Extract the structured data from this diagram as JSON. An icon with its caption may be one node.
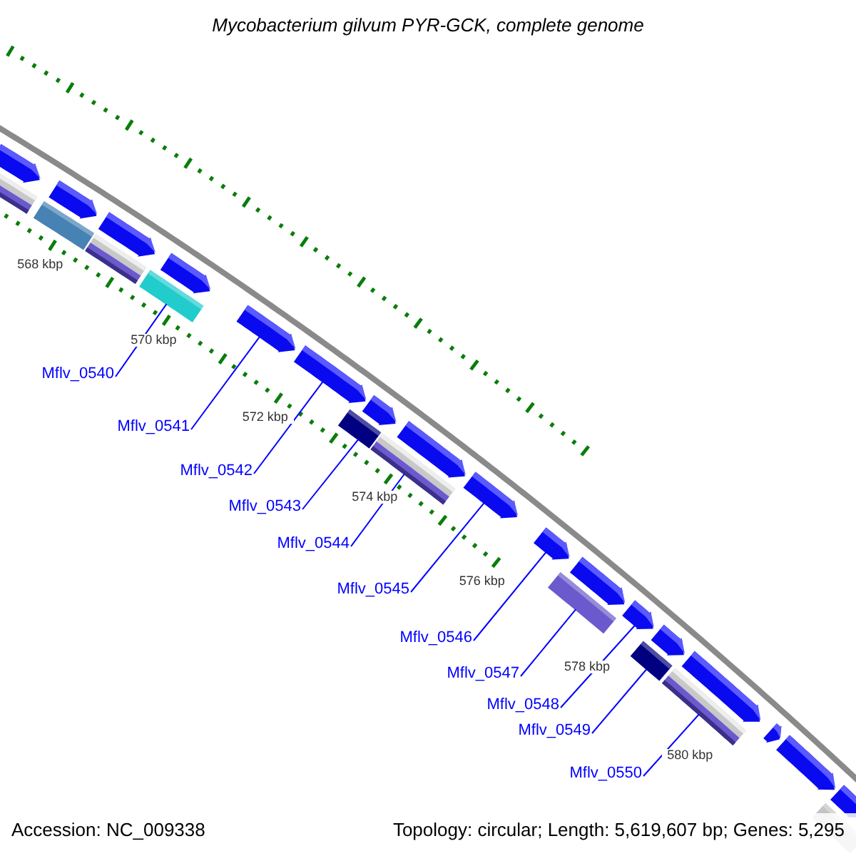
{
  "diagram": {
    "title": "Mycobacterium gilvum PYR-GCK, complete genome",
    "nodes": [
      {
        "text": [
          "Mflv_0540"
        ]
      },
      {
        "text": [
          "Mflv_0541"
        ]
      },
      {
        "text": [
          "Mflv_0542"
        ]
      },
      {
        "text": [
          "Mflv_0543"
        ]
      },
      {
        "text": [
          "Mflv_0544"
        ]
      },
      {
        "text": [
          "Mflv_0545"
        ]
      },
      {
        "text": [
          "Mflv_0546"
        ]
      },
      {
        "text": [
          "Mflv_0547"
        ]
      },
      {
        "text": [
          "Mflv_0548"
        ]
      },
      {
        "text": [
          "Mflv_0549"
        ]
      },
      {
        "text": [
          "Mflv_0550"
        ]
      },
      {
        "text": [],
        "shape": "bar"
      },
      {
        "text": [],
        "shape": "bar"
      },
      {
        "text": [],
        "shape": "bar"
      },
      {
        "text": [],
        "shape": "bar"
      },
      {
        "text": [],
        "shape": "bar"
      },
      {
        "text": [],
        "shape": "bar"
      },
      {
        "text": [],
        "shape": "bar"
      },
      {
        "text": [],
        "shape": "bar"
      },
      {
        "text": [],
        "shape": "bar"
      },
      {
        "text": [],
        "shape": "bar"
      },
      {
        "text": [],
        "shape": "bar"
      },
      {
        "text": [],
        "shape": "bar"
      },
      {
        "text": [],
        "shape": "bar"
      },
      {
        "text": [],
        "shape": "bar"
      },
      {
        "text": [],
        "shape": "bar"
      },
      {
        "text": [],
        "shape": "bar"
      },
      {
        "text": [],
        "shape": "bar"
      },
      {
        "text": [],
        "shape": "bar"
      },
      {
        "text": [],
        "shape": "bar"
      },
      {
        "text": [],
        "shape": "bar"
      },
      {
        "text": [],
        "shape": "bar"
      },
      {
        "text": [],
        "shape": "bar"
      },
      {
        "text": [],
        "shape": "bar"
      },
      {
        "text": [],
        "shape": "bar"
      },
      {
        "text": [],
        "shape": "bar"
      },
      {
        "text": [],
        "shape": "bar"
      },
      {
        "text": [],
        "shape": "bar"
      }
    ],
    "edges": [
      {
        "from": 0,
        "to": 31,
        "arrow": "none"
      },
      {
        "from": 1,
        "to": 15,
        "arrow": "none"
      },
      {
        "from": 2,
        "to": 16,
        "arrow": "none"
      },
      {
        "from": 3,
        "to": 32,
        "arrow": "none"
      },
      {
        "from": 4,
        "to": 33,
        "arrow": "none"
      },
      {
        "from": 5,
        "to": 19,
        "arrow": "none"
      },
      {
        "from": 6,
        "to": 20,
        "arrow": "none"
      },
      {
        "from": 7,
        "to": 34,
        "arrow": "none"
      },
      {
        "from": 8,
        "to": 22,
        "arrow": "none"
      },
      {
        "from": 9,
        "to": 35,
        "arrow": "none"
      },
      {
        "from": 10,
        "to": 36,
        "arrow": "none"
      }
    ],
    "labels": [
      "568 kbp",
      "570 kbp",
      "572 kbp",
      "574 kbp",
      "576 kbp",
      "578 kbp",
      "580 kbp",
      "Accession: NC_009338",
      "Topology: circular; Length: 5,619,607 bp; Genes: 5,295"
    ]
  }
}
